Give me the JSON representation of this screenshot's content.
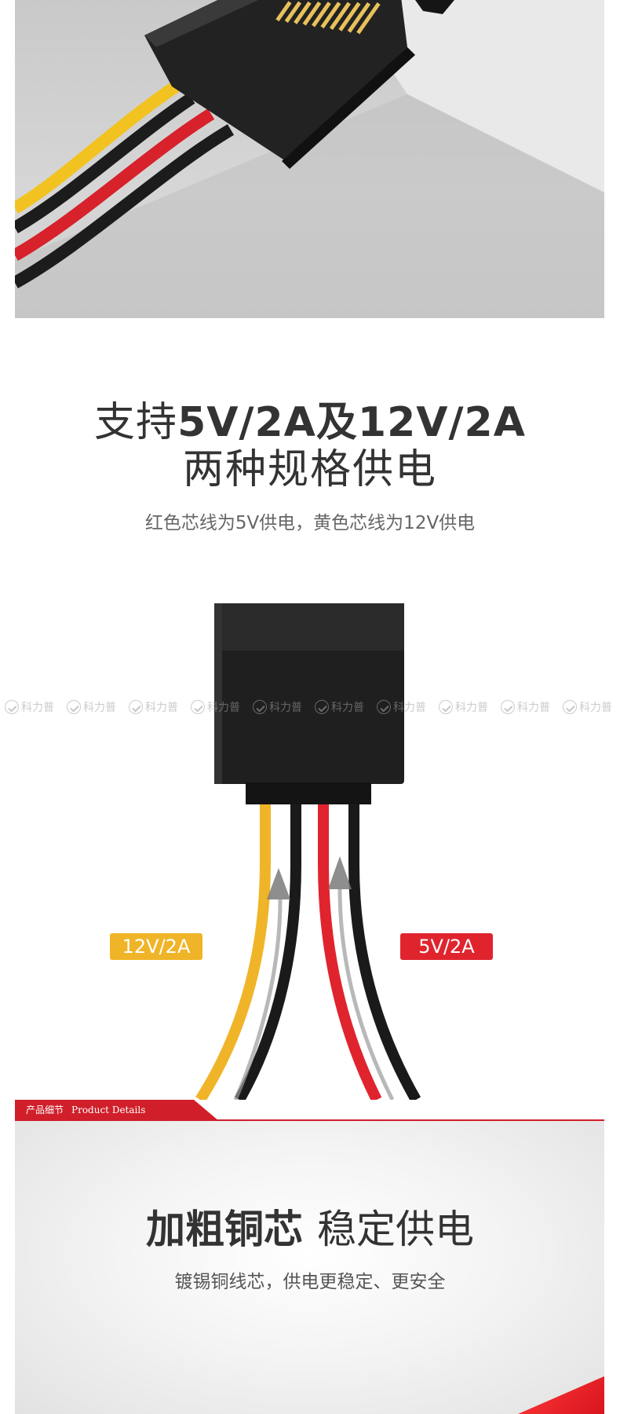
{
  "section_power": {
    "title_prefix": "支持",
    "title_emphasis": "5V/2A及12V/2A",
    "title_line2": "两种规格供电",
    "subtitle": "红色芯线为5V供电，黄色芯线为12V供电"
  },
  "diagram": {
    "label_left": "12V/2A",
    "label_right": "5V/2A",
    "watermark_text": "科力普",
    "watermark_repeat": 10
  },
  "details_bar": {
    "label_cn": "产品细节",
    "label_en": "Product Details"
  },
  "section_copper": {
    "title_bold": "加粗铜芯",
    "title_light": "稳定供电",
    "subtitle": "镀锡铜线芯，供电更稳定、更安全"
  },
  "colors": {
    "accent_red": "#d01f2a",
    "wire_yellow": "#f0b428",
    "wire_red": "#e0242e",
    "wire_black": "#1a1a1a",
    "text_dark": "#333333"
  }
}
